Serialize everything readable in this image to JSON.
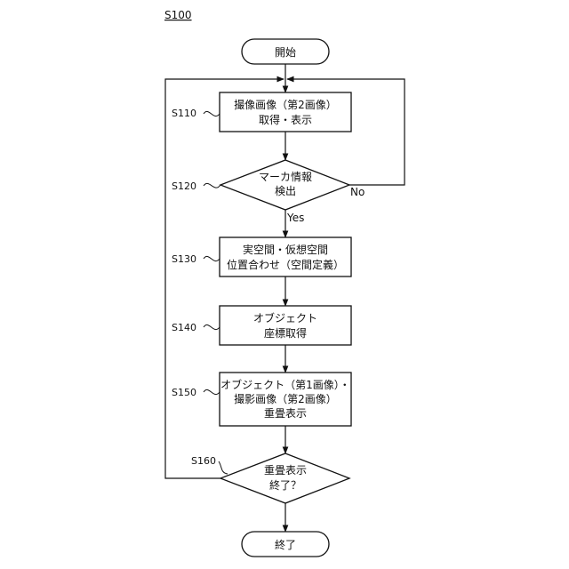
{
  "figure_label": "S100",
  "nodes": {
    "start": {
      "text": [
        "開始"
      ]
    },
    "s110": {
      "step": "S110",
      "text": [
        "撮像画像（第2画像）",
        "取得・表示"
      ]
    },
    "s120": {
      "step": "S120",
      "text": [
        "マーカ情報",
        "検出"
      ],
      "yes": "Yes",
      "no": "No"
    },
    "s130": {
      "step": "S130",
      "text": [
        "実空間・仮想空間",
        "位置合わせ（空間定義）"
      ]
    },
    "s140": {
      "step": "S140",
      "text": [
        "オブジェクト",
        "座標取得"
      ]
    },
    "s150": {
      "step": "S150",
      "text": [
        "オブジェクト（第1画像）・",
        "撮影画像（第2画像）",
        "重畳表示"
      ]
    },
    "s160": {
      "step": "S160",
      "text": [
        "重畳表示",
        "終了？"
      ]
    },
    "end": {
      "text": [
        "終了"
      ]
    }
  }
}
